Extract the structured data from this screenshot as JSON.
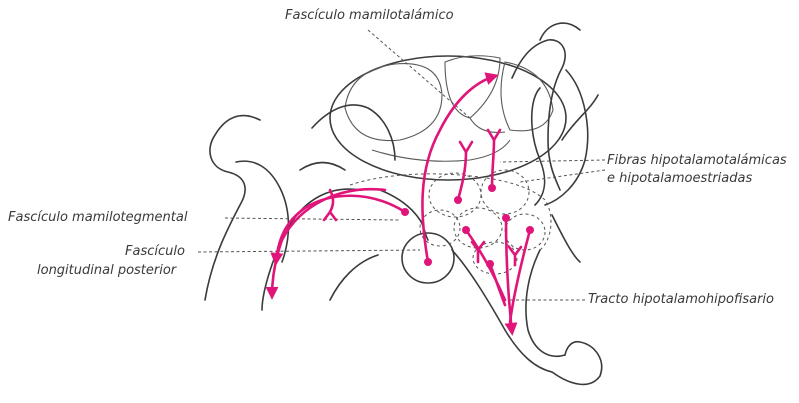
{
  "labels": {
    "mamilotalamico": "Fascículo mamilotalámico",
    "fibras_line1": "Fibras hipotalamotalámicas",
    "fibras_line2": "e hipotalamoestriadas",
    "mamilotegmental": "Fascículo mamilotegmental",
    "longitudinal_line1": "Fascículo",
    "longitudinal_line2": "longitudinal posterior",
    "tracto": "Tracto hipotalamohipofisario"
  },
  "colors": {
    "fiber": "#e0157a",
    "outline": "#3b3b3b",
    "label": "#3a3a3a"
  }
}
